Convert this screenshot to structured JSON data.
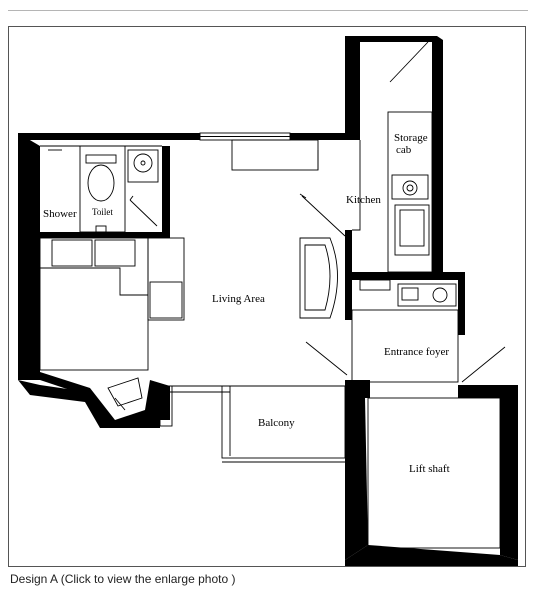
{
  "labels": {
    "shower": "Shower",
    "toilet": "Toilet",
    "storage_line1": "Storage",
    "storage_line2": "cab",
    "kitchen": "Kitchen",
    "living_area": "Living Area",
    "entrance_foyer": "Entrance foyer",
    "balcony": "Balcony",
    "lift_shaft": "Lift shaft"
  },
  "caption": "Design A (Click to view the enlarge photo )",
  "colors": {
    "wall": "#000000",
    "line": "#000000",
    "background": "#ffffff",
    "frame": "#555555"
  }
}
